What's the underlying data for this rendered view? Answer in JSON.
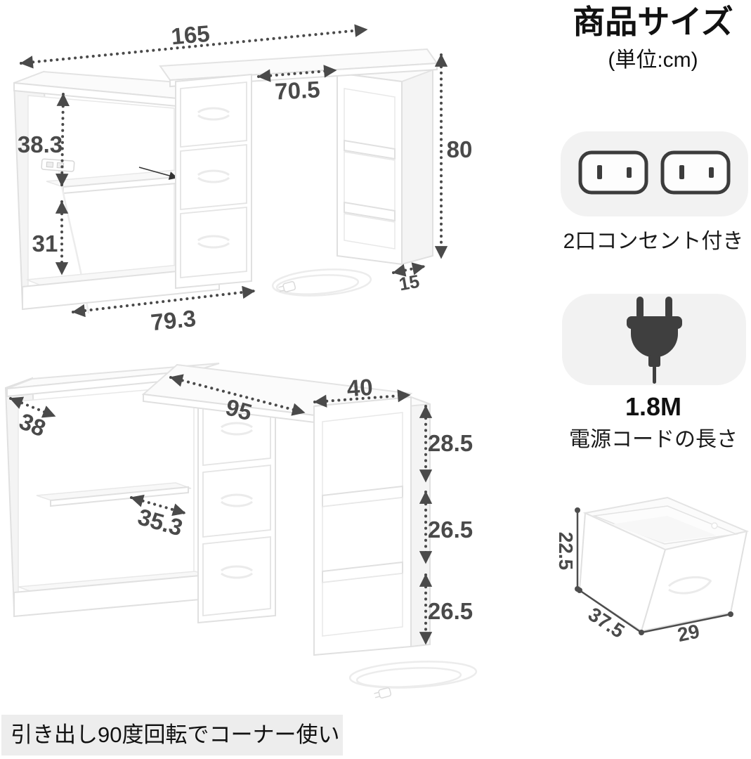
{
  "header": {
    "title": "商品サイズ",
    "unit_note": "(単位:cm)"
  },
  "top_view": {
    "dims": {
      "total_width": "165",
      "desk_clearance_width": "70.5",
      "upper_shelf_height": "38.3",
      "lower_shelf_height": "31",
      "cabinet_width": "79.3",
      "tower_height": "80",
      "tower_depth": "15"
    }
  },
  "rotated_view": {
    "dims": {
      "cabinet_depth": "38",
      "desk_length": "95",
      "tower_width": "40",
      "slide_shelf_width": "35.3",
      "tower_top_gap": "28.5",
      "tower_middle_gap": "26.5",
      "tower_bottom_gap": "26.5"
    }
  },
  "features": {
    "outlets": {
      "icon": "two-socket-outlet",
      "label": "2口コンセント付き"
    },
    "power_cord": {
      "icon": "power-plug",
      "length": "1.8M",
      "label": "電源コードの長さ"
    }
  },
  "storage_box": {
    "dims": {
      "height": "22.5",
      "depth": "37.5",
      "width": "29"
    }
  },
  "caption": {
    "text": "引き出し90度回転でコーナー使い"
  },
  "colors": {
    "dimension_text": "#4a4a4a",
    "arrow": "#4a4a4a",
    "card_background": "#f2f2f2",
    "icon_dark": "#3c3c3c",
    "caption_background": "#ededed",
    "furniture_line": "#e0e0e0"
  }
}
